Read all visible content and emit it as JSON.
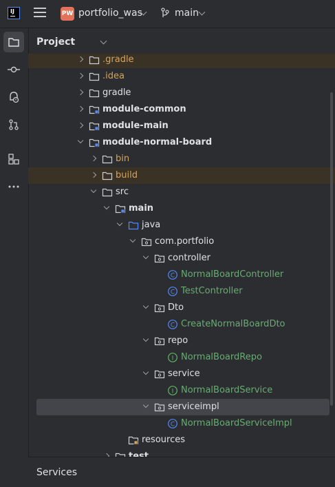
{
  "titlebar": {
    "app_logo_text": "IJ",
    "project_badge": "PW",
    "project_name": "portfolio_was",
    "branch_name": "main"
  },
  "sidebar": {
    "items": [
      "project-icon",
      "commit-icon",
      "problems-icon",
      "pull-requests-icon",
      "structure-icon",
      "more-icon"
    ]
  },
  "panel": {
    "title": "Project"
  },
  "tree": {
    "rows": [
      {
        "label": ".gradle",
        "style": "orange",
        "arrow": "right",
        "icon": "folder-icon"
      },
      {
        "label": ".idea",
        "style": "orange",
        "arrow": "right",
        "icon": "folder-icon"
      },
      {
        "label": "gradle",
        "style": "plain",
        "arrow": "right",
        "icon": "folder-icon"
      },
      {
        "label": "module-common",
        "style": "bold",
        "arrow": "right",
        "icon": "module-folder-icon"
      },
      {
        "label": "module-main",
        "style": "bold",
        "arrow": "right",
        "icon": "module-folder-icon"
      },
      {
        "label": "module-normal-board",
        "style": "bold",
        "arrow": "down",
        "icon": "module-folder-icon"
      },
      {
        "label": "bin",
        "style": "orange",
        "arrow": "right",
        "icon": "folder-icon"
      },
      {
        "label": "build",
        "style": "orange",
        "arrow": "right",
        "icon": "folder-icon"
      },
      {
        "label": "src",
        "style": "plain",
        "arrow": "down",
        "icon": "folder-icon"
      },
      {
        "label": "main",
        "style": "bold",
        "arrow": "down",
        "icon": "module-folder-icon"
      },
      {
        "label": "java",
        "style": "plain",
        "arrow": "down",
        "icon": "source-folder-icon"
      },
      {
        "label": "com.portfolio",
        "style": "plain",
        "arrow": "down",
        "icon": "package-icon"
      },
      {
        "label": "controller",
        "style": "plain",
        "arrow": "down",
        "icon": "package-icon"
      },
      {
        "label": "NormalBoardController",
        "style": "green",
        "arrow": "",
        "icon": "class-icon"
      },
      {
        "label": "TestController",
        "style": "green",
        "arrow": "",
        "icon": "class-icon"
      },
      {
        "label": "Dto",
        "style": "plain",
        "arrow": "down",
        "icon": "package-icon"
      },
      {
        "label": "CreateNormalBoardDto",
        "style": "green",
        "arrow": "",
        "icon": "class-icon"
      },
      {
        "label": "repo",
        "style": "plain",
        "arrow": "down",
        "icon": "package-icon"
      },
      {
        "label": "NormalBoardRepo",
        "style": "green",
        "arrow": "",
        "icon": "interface-icon"
      },
      {
        "label": "service",
        "style": "plain",
        "arrow": "down",
        "icon": "package-icon"
      },
      {
        "label": "NormalBoardService",
        "style": "green",
        "arrow": "",
        "icon": "interface-icon"
      },
      {
        "label": "serviceimpl",
        "style": "plain",
        "arrow": "down",
        "icon": "package-icon"
      },
      {
        "label": "NormalBoardServiceImpl",
        "style": "green",
        "arrow": "",
        "icon": "class-icon"
      },
      {
        "label": "resources",
        "style": "plain",
        "arrow": "",
        "icon": "resources-folder-icon"
      },
      {
        "label": "test",
        "style": "bold",
        "arrow": "right",
        "icon": "folder-icon"
      }
    ]
  },
  "bottom": {
    "services_label": "Services"
  },
  "colors": {
    "background": "#2b2d30",
    "excluded_highlight": "#3b3226",
    "selection": "#43454a",
    "orange_text": "#d4a55d",
    "green_text": "#6aab73",
    "class_icon": "#548af7",
    "interface_icon": "#5fb865"
  }
}
